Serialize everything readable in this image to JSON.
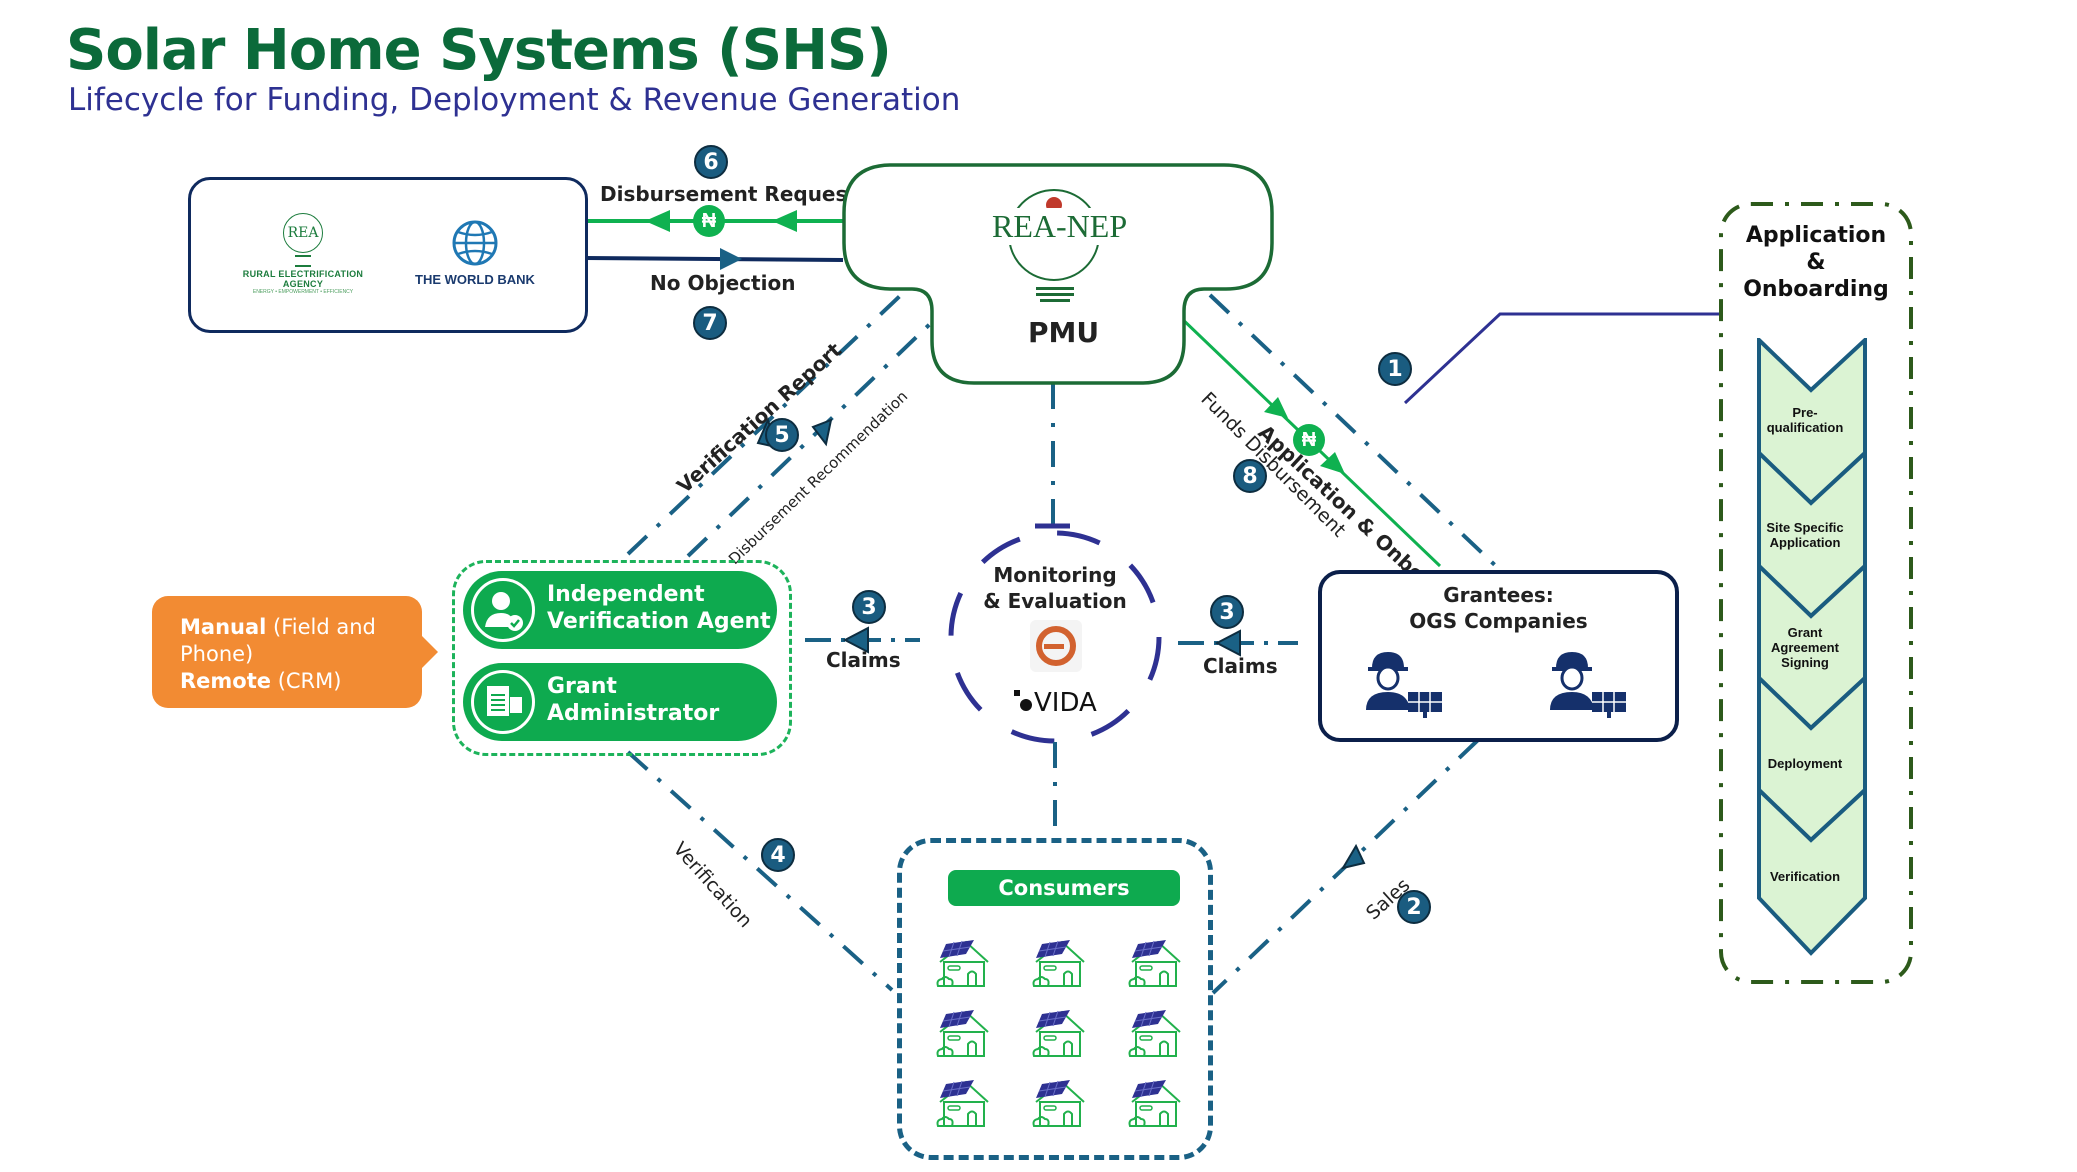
{
  "header": {
    "title": "Solar Home Systems (SHS)",
    "subtitle": "Lifecycle for Funding, Deployment & Revenue Generation"
  },
  "colors": {
    "title_green": "#0b6a3a",
    "subtitle_blue": "#2e3192",
    "flow_green": "#0fb150",
    "flow_teal": "#1a6185",
    "navy": "#0f2a5e",
    "callout_orange": "#f28b33",
    "stage_fill": "#dbf3d3",
    "lifecycle_border": "#2d5a1b"
  },
  "funders": {
    "rea": {
      "name": "RURAL ELECTRIFICATION AGENCY",
      "tagline": "ENERGY • EMPOWERMENT • EFFICIENCY",
      "mark": "REA"
    },
    "world_bank": {
      "name": "THE WORLD BANK"
    }
  },
  "pmu": {
    "logo_text": "REA-NEP",
    "label": "PMU"
  },
  "flows": {
    "disbursement_request": {
      "step": "6",
      "label": "Disbursement Request",
      "currency_symbol": "₦"
    },
    "no_objection": {
      "step": "7",
      "label": "No Objection"
    },
    "application_onboarding": {
      "step": "1",
      "label": "Application & Onboarding"
    },
    "funds_disbursement": {
      "step": "8",
      "label": "Funds Disbursement",
      "currency_symbol": "₦"
    },
    "verification_report": {
      "step": "5",
      "label": "Verification Report"
    },
    "disbursement_recommendation": {
      "label": "Disbursement Recommendation"
    },
    "claims_left": {
      "step": "3",
      "label": "Claims"
    },
    "claims_right": {
      "step": "3",
      "label": "Claims"
    },
    "verification": {
      "step": "4",
      "label": "Verification"
    },
    "sales": {
      "step": "2",
      "label": "Sales"
    }
  },
  "verification_methods": {
    "manual_bold": "Manual",
    "manual_rest": " (Field and Phone)",
    "remote_bold": "Remote",
    "remote_rest": " (CRM)"
  },
  "agents": [
    {
      "label_line1": "Independent",
      "label_line2": "Verification Agent",
      "icon": "verified-person-icon"
    },
    {
      "label_line1": "Grant",
      "label_line2": "Administrator",
      "icon": "grant-document-icon"
    }
  ],
  "monitoring": {
    "line1": "Monitoring",
    "line2": "& Evaluation",
    "partner": "VIDA"
  },
  "grantees": {
    "line1": "Grantees:",
    "line2": "OGS Companies"
  },
  "consumers": {
    "label": "Consumers",
    "house_count": 9
  },
  "lifecycle": {
    "title_line1": "Application",
    "title_line2": "&",
    "title_line3": "Onboarding",
    "stages": [
      {
        "line1": "Pre-",
        "line2": "qualification"
      },
      {
        "line1": "Site Specific",
        "line2": "Application"
      },
      {
        "line1": "Grant",
        "line2": "Agreement",
        "line3": "Signing"
      },
      {
        "line1": "Deployment"
      },
      {
        "line1": "Verification"
      }
    ]
  }
}
